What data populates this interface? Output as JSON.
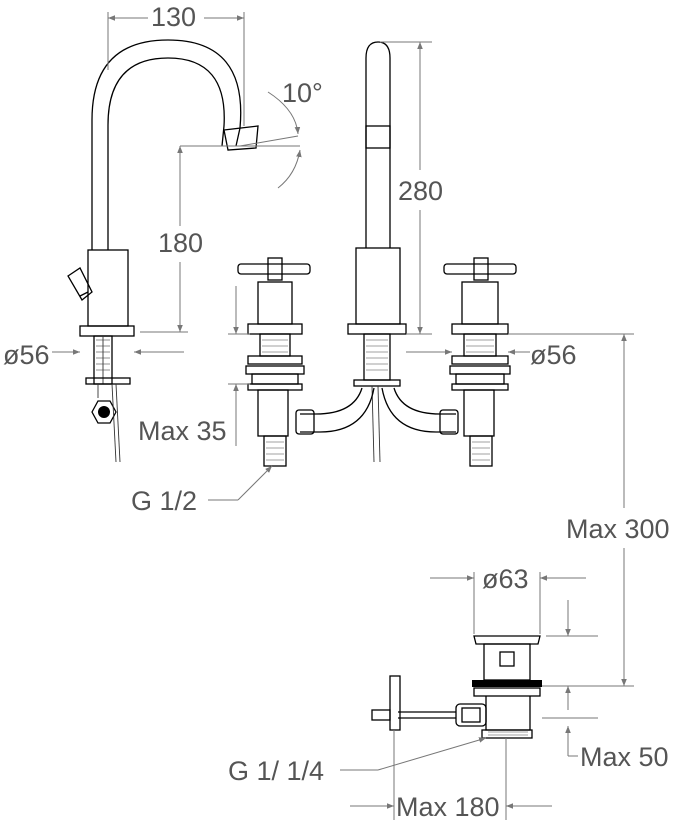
{
  "colors": {
    "line": "#000000",
    "dimension": "#555555",
    "background": "#ffffff"
  },
  "dimensions": {
    "spout_reach": "130",
    "spout_angle": "10°",
    "spout_height": "180",
    "total_height": "280",
    "base_diameter_left": "ø56",
    "base_diameter_right": "ø56",
    "max_deck_thickness": "Max 35",
    "inlet_thread": "G 1/2",
    "max_depth": "Max 300",
    "drain_diameter": "ø63",
    "max_drain_height": "Max 50",
    "waste_thread": "G 1/ 1/4",
    "max_rod_reach": "Max 180"
  }
}
